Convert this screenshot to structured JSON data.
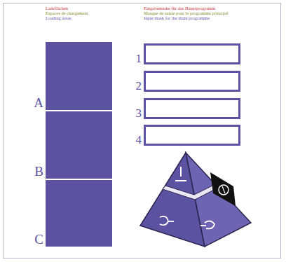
{
  "diagram": {
    "nodes": [
      {
        "text": [
          "A"
        ]
      },
      {
        "text": [
          "B"
        ]
      },
      {
        "text": [
          "C"
        ]
      },
      {
        "text": [
          "1"
        ]
      },
      {
        "text": [
          "2"
        ]
      },
      {
        "text": [
          "3"
        ]
      },
      {
        "text": [
          "4"
        ]
      }
    ],
    "labels": [
      "Ladeflächen",
      "Espaces de chargement",
      "Loading areas",
      "Eingabemaske für das Hauptprogramm",
      "Masque de saisie pour le programme principal",
      "Input mask for the main programme"
    ]
  }
}
